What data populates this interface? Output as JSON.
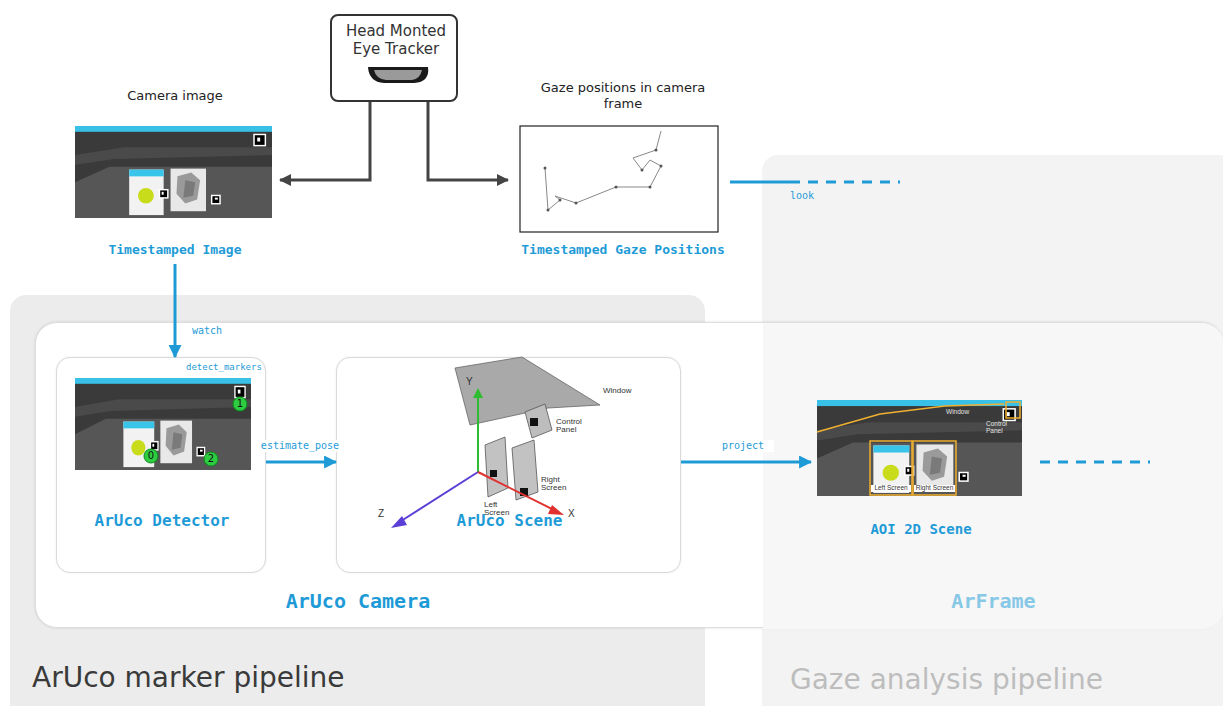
{
  "diagram": {
    "nodes": [
      {
        "text": [
          "Head Monted Eye Tracker"
        ]
      },
      {
        "text": [
          "Camera image",
          "Timestamped Image"
        ]
      },
      {
        "text": [
          "Gaze positions in camera frame",
          "Timestamped Gaze Positions"
        ]
      },
      {
        "text": [
          "ArUco marker pipeline"
        ]
      },
      {
        "text": [
          "Gaze analysis pipeline"
        ]
      },
      {
        "text": [
          "ArUco Camera"
        ]
      },
      {
        "text": [
          "ArUco Detector"
        ],
        "in": 5
      },
      {
        "text": [
          "ArUco Scene"
        ],
        "in": 5
      },
      {
        "text": [
          "ArFrame"
        ],
        "in": 5
      },
      {
        "text": [
          "AOI 2D Scene"
        ],
        "in": 8
      }
    ],
    "edges": [
      {
        "from": 0,
        "to": 1,
        "arrow": "to"
      },
      {
        "from": 0,
        "to": 2,
        "arrow": "to"
      },
      {
        "from": 1,
        "to": 6,
        "label": "watch",
        "arrow": "to"
      },
      {
        "from": 6,
        "to": 7,
        "label": "estimate_pose",
        "arrow": "to"
      },
      {
        "from": 7,
        "to": 9,
        "label": "project",
        "arrow": "to"
      }
    ],
    "labels": [
      "detect_markers",
      "0",
      "1",
      "2",
      "Window",
      "Control Panel",
      "Left Screen",
      "Right Screen",
      "Y",
      "Z",
      "X",
      "look",
      "Window",
      "Control Panel",
      "Left Screen",
      "Right Screen"
    ]
  }
}
